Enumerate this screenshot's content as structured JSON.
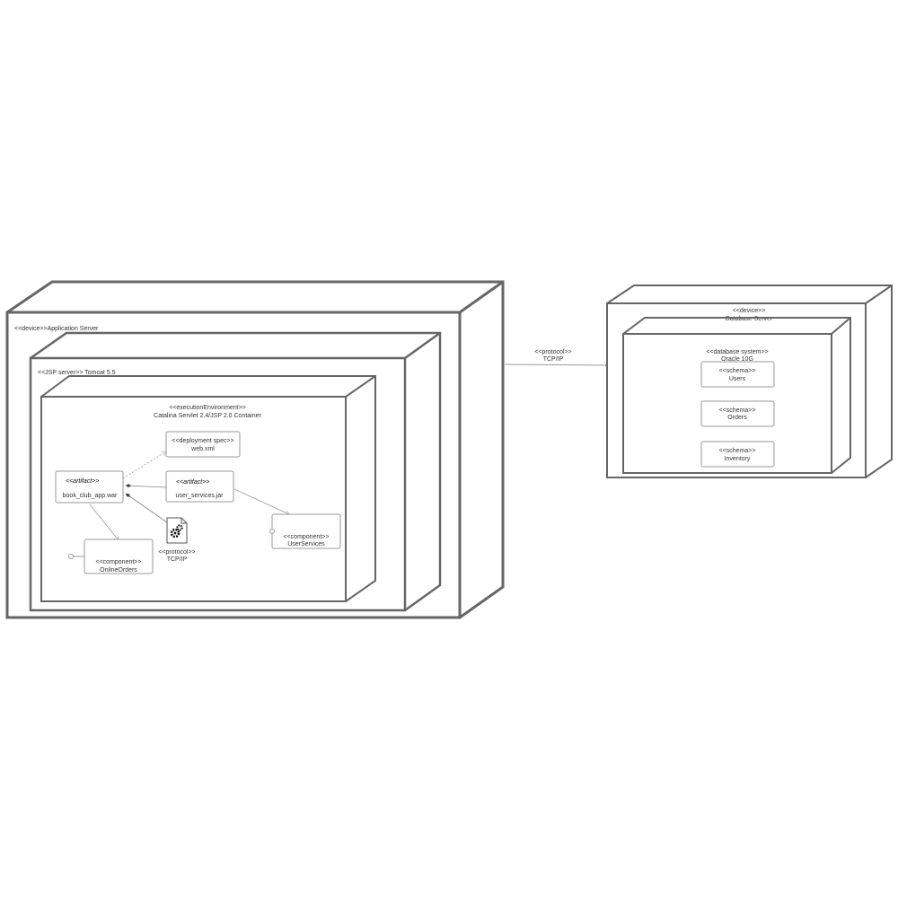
{
  "diagram": {
    "type": "UML deployment diagram",
    "colors": {
      "node_stroke": "#666666",
      "line": "#9a9a9a",
      "text": "#333333"
    },
    "application_server": {
      "label": "<<device>>Application Server",
      "tomcat": {
        "label": "<<JSP server>> Tomcat 5.5",
        "container": {
          "stereotype": "<<executionEnvironment>>",
          "name": "Catalina Servlet 2.4/JSP 2.0 Container",
          "deployment_spec": {
            "stereotype": "<<deployment spec>>",
            "name": "web.xml"
          },
          "artifact_war": {
            "stereotype": "<<artifact>>",
            "name": "book_club_app.war"
          },
          "artifact_jar": {
            "stereotype": "<<artifact>>",
            "name": "user_services.jar"
          },
          "component_online_orders": {
            "stereotype": "<<component>>",
            "name": "OnlineOrders"
          },
          "component_user_services": {
            "stereotype": "<<component>>",
            "name": "UserServices"
          },
          "file_icon_caption": {
            "stereotype": "<<protocol>>",
            "name": "TCP/IP"
          }
        }
      }
    },
    "connection": {
      "stereotype": "<<protocol>>",
      "name": "TCP/IP"
    },
    "database_server": {
      "stereotype": "<<device>>",
      "name": "Database Server",
      "db_system": {
        "stereotype": "<<database system>>",
        "name": "Oracle 10G",
        "schemas": [
          {
            "stereotype": "<<schema>>",
            "name": "Users"
          },
          {
            "stereotype": "<<schema>>",
            "name": "Orders"
          },
          {
            "stereotype": "<<schema>>",
            "name": "Inventory"
          }
        ]
      }
    }
  }
}
